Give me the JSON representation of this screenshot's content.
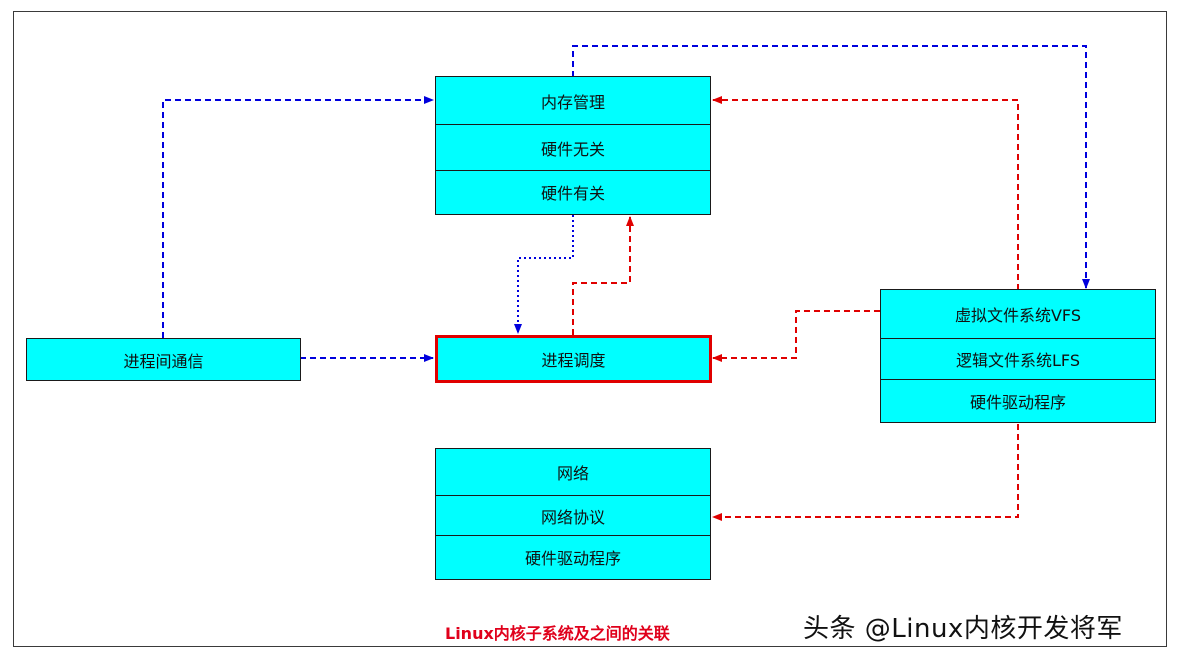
{
  "diagram": {
    "memory": {
      "title": "内存管理",
      "rows": [
        "硬件无关",
        "硬件有关"
      ]
    },
    "ipc": {
      "title": "进程间通信"
    },
    "scheduler": {
      "title": "进程调度"
    },
    "vfs": {
      "title": "虚拟文件系统VFS",
      "rows": [
        "逻辑文件系统LFS",
        "硬件驱动程序"
      ]
    },
    "network": {
      "title": "网络",
      "rows": [
        "网络协议",
        "硬件驱动程序"
      ]
    },
    "caption": "Linux内核子系统及之间的关联",
    "brand": "头条 @Linux内核开发将军"
  },
  "colors": {
    "fill": "#00ffff",
    "blue_link": "#0000dd",
    "red_link": "#e00000",
    "highlight": "#e00000"
  }
}
